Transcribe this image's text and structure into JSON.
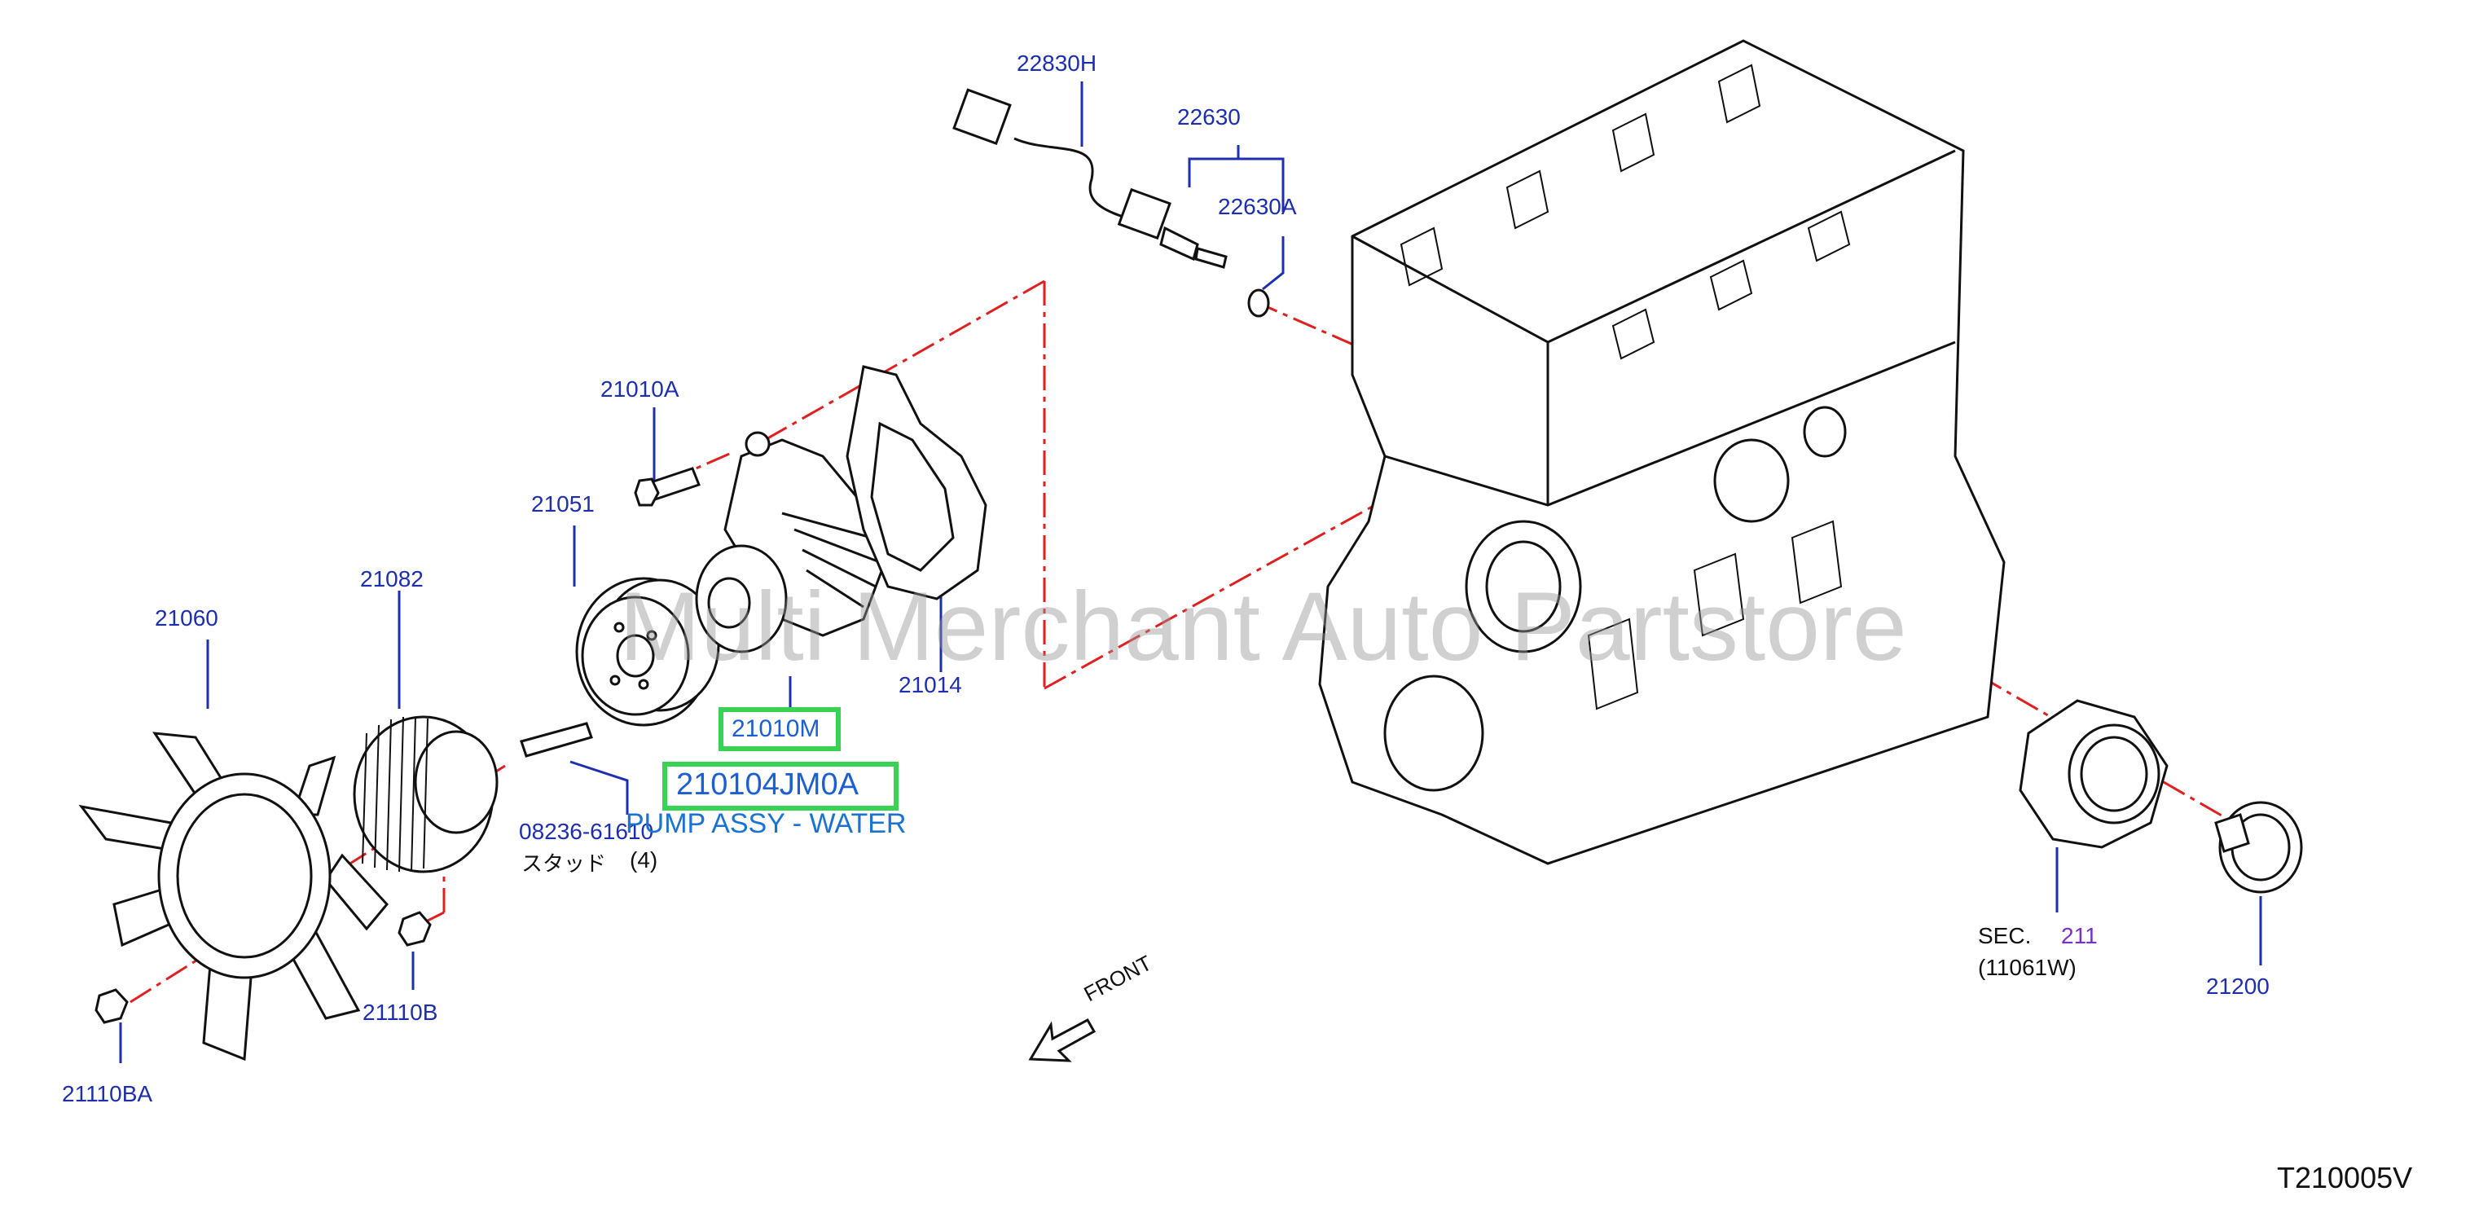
{
  "watermark": "Multi Merchant Auto Partstore",
  "diagram_code": "T210005V",
  "front_label": "FRONT",
  "highlighted": {
    "primary_part": "21010M",
    "part_number": "210104JM0A",
    "description": "PUMP ASSY - WATER"
  },
  "callouts": {
    "c22830H": "22830H",
    "c22630": "22630",
    "c22630A": "22630A",
    "c21010A": "21010A",
    "c21051": "21051",
    "c21082": "21082",
    "c21060": "21060",
    "c21014": "21014",
    "c08236": "08236-61610",
    "stud_jp": "スタッド",
    "stud_qty": "(4)",
    "c21110B": "21110B",
    "c21110BA": "21110BA",
    "sec_label": "SEC.",
    "sec_num": "211",
    "sec_sub": "(11061W)",
    "c21200": "21200"
  },
  "colors": {
    "callout": "#1d2fb0",
    "centerline": "#e02020",
    "highlight_border": "#39d353",
    "section_ref": "#7a2fc8"
  }
}
